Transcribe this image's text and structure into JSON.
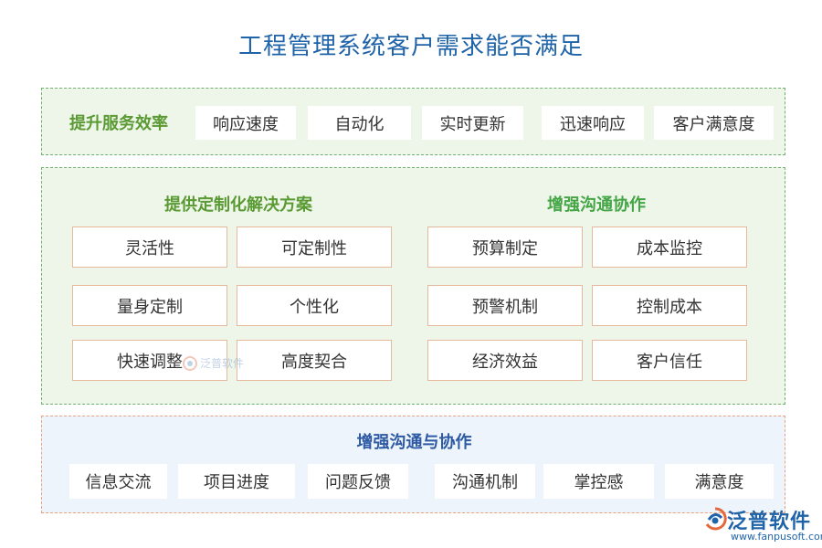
{
  "title": "工程管理系统客户需求能否满足",
  "section1": {
    "label": "提升服务效率",
    "items": [
      "响应速度",
      "自动化",
      "实时更新",
      "迅速响应",
      "客户满意度"
    ]
  },
  "section2": {
    "left_title": "提供定制化解决方案",
    "right_title": "增强沟通协作",
    "left_items": [
      "灵活性",
      "可定制性",
      "量身定制",
      "个性化",
      "快速调整",
      "高度契合"
    ],
    "right_items": [
      "预算制定",
      "成本监控",
      "预警机制",
      "控制成本",
      "经济效益",
      "客户信任"
    ]
  },
  "section3": {
    "title": "增强沟通与协作",
    "items": [
      "信息交流",
      "项目进度",
      "问题反馈",
      "沟通机制",
      "掌控感",
      "满意度"
    ]
  },
  "watermark": {
    "text": "泛普软件"
  },
  "logo": {
    "name": "泛普软件",
    "url": "www.fanpusoft.com"
  },
  "colors": {
    "title": "#1f63a8",
    "green_label": "#5a9a33",
    "blue_label": "#2d5aa3",
    "green_bg": "#eef5e9",
    "blue_bg": "#eef4fb",
    "box_border": "#e7b89a"
  }
}
